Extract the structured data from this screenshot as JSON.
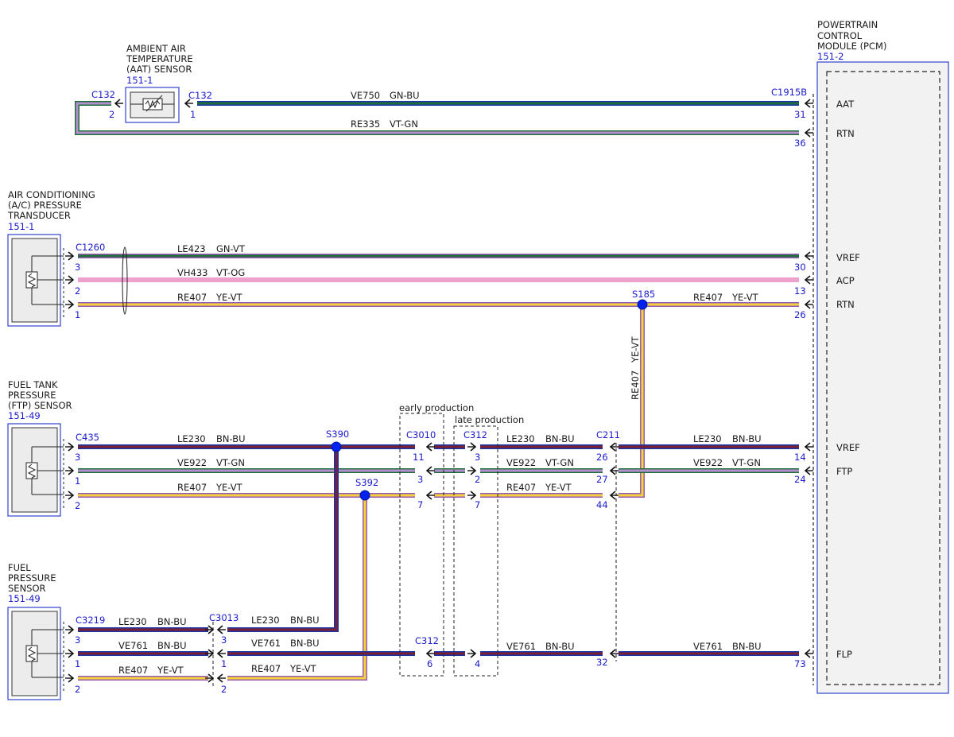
{
  "colors": {
    "GN-BU": [
      "#1e6e3a",
      "#1a35a8"
    ],
    "VT-GN": [
      "#b58fd0",
      "#1e6e3a"
    ],
    "GN-VT": [
      "#1e6e3a",
      "#9b59b6"
    ],
    "VT-OG": [
      "#f0a0cc",
      "#f0a0cc"
    ],
    "YE-VT": [
      "#f3d23a",
      "#9b59b6"
    ],
    "BN-BU": [
      "#7a2030",
      "#1a35a8"
    ],
    "connector_blue": "#1a1ad0",
    "splice_blue": "#0022ee"
  },
  "components": {
    "aat": {
      "lines": [
        "AMBIENT AIR",
        "TEMPERATURE",
        "(AAT) SENSOR"
      ],
      "ref": "151-1"
    },
    "ac": {
      "lines": [
        "AIR CONDITIONING",
        "(A/C) PRESSURE",
        "TRANSDUCER"
      ],
      "ref": "151-1"
    },
    "ftp": {
      "lines": [
        "FUEL TANK",
        "PRESSURE",
        "(FTP) SENSOR"
      ],
      "ref": "151-49"
    },
    "fp": {
      "lines": [
        "FUEL",
        "PRESSURE",
        "SENSOR"
      ],
      "ref": "151-49"
    },
    "pcm": {
      "lines": [
        "POWERTRAIN",
        "CONTROL",
        "MODULE (PCM)"
      ],
      "ref": "151-2"
    }
  },
  "connectors": {
    "c132_left": "C132",
    "c132_right": "C132",
    "c1915b": "C1915B",
    "c1260": "C1260",
    "c435": "C435",
    "c3219": "C3219",
    "c3013": "C3013",
    "c3010": "C3010",
    "c312_late": "C312",
    "c312_early": "C312",
    "c211": "C211"
  },
  "splices": {
    "s185": "S185",
    "s390": "S390",
    "s392": "S392"
  },
  "production": {
    "early": "early production",
    "late": "late production"
  },
  "wires": {
    "ve750": {
      "circuit": "VE750",
      "color": "GN-BU"
    },
    "re335": {
      "circuit": "RE335",
      "color": "VT-GN"
    },
    "le423": {
      "circuit": "LE423",
      "color": "GN-VT"
    },
    "vh433": {
      "circuit": "VH433",
      "color": "VT-OG"
    },
    "re407": {
      "circuit": "RE407",
      "color": "YE-VT"
    },
    "le230": {
      "circuit": "LE230",
      "color": "BN-BU"
    },
    "ve922": {
      "circuit": "VE922",
      "color": "VT-GN"
    },
    "ve761": {
      "circuit": "VE761",
      "color": "BN-BU"
    }
  },
  "pins": {
    "aat_2": "2",
    "aat_1": "1",
    "pcm_31": "31",
    "pcm_36": "36",
    "ac_3": "3",
    "ac_2": "2",
    "ac_1": "1",
    "pcm_30": "30",
    "pcm_13": "13",
    "pcm_26": "26",
    "ftp_3": "3",
    "ftp_1": "1",
    "ftp_2": "2",
    "c3010_11": "11",
    "c3010_3": "3",
    "c3010_7": "7",
    "c312_3": "3",
    "c312_2": "2",
    "c312_7": "7",
    "c211_26": "26",
    "c211_27": "27",
    "c211_44": "44",
    "pcm_14": "14",
    "pcm_24": "24",
    "fp_3": "3",
    "fp_1": "1",
    "fp_2": "2",
    "c3013_3": "3",
    "c3013_1": "1",
    "c3013_2": "2",
    "c312e_6": "6",
    "c312l_4": "4",
    "c211_32": "32",
    "pcm_73": "73"
  },
  "pcm_pins": {
    "aat": "AAT",
    "rtn1": "RTN",
    "vref1": "VREF",
    "acp": "ACP",
    "rtn2": "RTN",
    "vref2": "VREF",
    "ftp": "FTP",
    "flp": "FLP"
  }
}
